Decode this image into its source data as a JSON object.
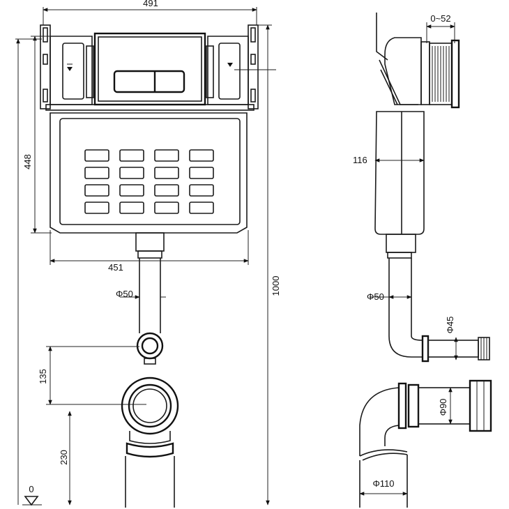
{
  "drawing": {
    "dims": {
      "overall_width": "491",
      "tank_height": "448",
      "tank_width": "451",
      "total_height": "1000",
      "flush_pipe_dia": "Φ50",
      "drain_offset": "135",
      "drain_height": "230",
      "floor_zero": "0",
      "adjust_range": "0~52",
      "depth": "116",
      "side_flush_pipe_dia": "Φ50",
      "connector_dia": "Φ45",
      "waste_dia": "Φ90",
      "bend_dia": "Φ110"
    }
  }
}
